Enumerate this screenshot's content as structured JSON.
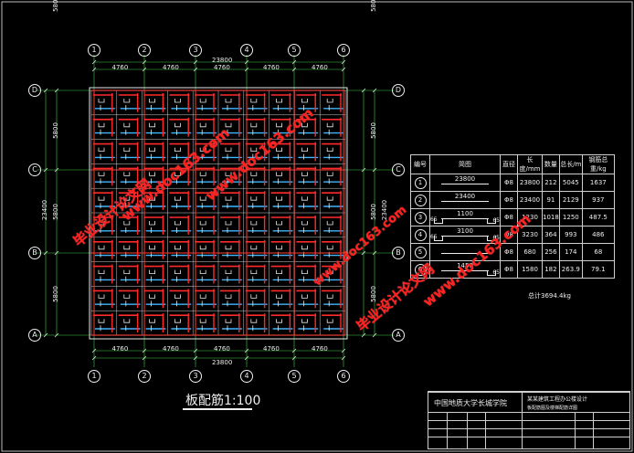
{
  "drawing_title": "板配筋1:100",
  "grid_axes": {
    "vertical": [
      "1",
      "2",
      "3",
      "4",
      "5",
      "6"
    ],
    "horizontal": [
      "D",
      "C",
      "B",
      "A"
    ]
  },
  "dimensions": {
    "top_spans": [
      "4760",
      "4760",
      "4760",
      "4760",
      "4760"
    ],
    "top_total": "23800",
    "bottom_spans": [
      "4760",
      "4760",
      "4760",
      "4760",
      "4760"
    ],
    "bottom_total": "23800",
    "left_spans": [
      "5800",
      "5800",
      "5800",
      "5800"
    ],
    "left_total": "23400",
    "right_spans": [
      "5800",
      "5800",
      "5800",
      "5800"
    ],
    "right_total": "23400"
  },
  "rebar_table": {
    "headers": [
      "编号",
      "简图",
      "直径",
      "长度/mm",
      "数量",
      "总长/m",
      "钢筋总重/kg"
    ],
    "rows": [
      {
        "no": "1",
        "shape_len": "23800",
        "shape_left": "",
        "shape_right": "",
        "dia": "Φ8",
        "length": "23800",
        "count": "212",
        "total": "5045",
        "weight": "1637"
      },
      {
        "no": "2",
        "shape_len": "23400",
        "shape_left": "",
        "shape_right": "",
        "dia": "Φ8",
        "length": "23400",
        "count": "91",
        "total": "2129",
        "weight": "937"
      },
      {
        "no": "3",
        "shape_len": "1100",
        "shape_left": "65",
        "shape_right": "65",
        "dia": "Φ8",
        "length": "1230",
        "count": "1018",
        "total": "1250",
        "weight": "487.5"
      },
      {
        "no": "4",
        "shape_len": "3100",
        "shape_left": "65",
        "shape_right": "65",
        "dia": "Φ8",
        "length": "3230",
        "count": "364",
        "total": "993",
        "weight": "486"
      },
      {
        "no": "5",
        "shape_len": "",
        "shape_left": "",
        "shape_right": "",
        "dia": "Φ8",
        "length": "680",
        "count": "256",
        "total": "174",
        "weight": "68"
      },
      {
        "no": "6",
        "shape_len": "1450",
        "shape_left": "",
        "shape_right": "65",
        "dia": "Φ8",
        "length": "1580",
        "count": "182",
        "total": "263.9",
        "weight": "79.1"
      }
    ],
    "total_weight": "总计3694.4kg"
  },
  "title_block": {
    "school": "中国地质大学长城学院",
    "project": "某某建筑工程办公楼设计",
    "drawing": "板配筋图及楼梯配筋详图"
  },
  "watermarks": [
    "毕业设计论文网",
    "www.doc163.com"
  ],
  "colors": {
    "background": "#000000",
    "line": "#e8e8e8",
    "rebar_red": "#ff2a2a",
    "rebar_cyan": "#3fb6ff",
    "grid_green": "#3fd04a",
    "watermark": "#ff2020"
  }
}
